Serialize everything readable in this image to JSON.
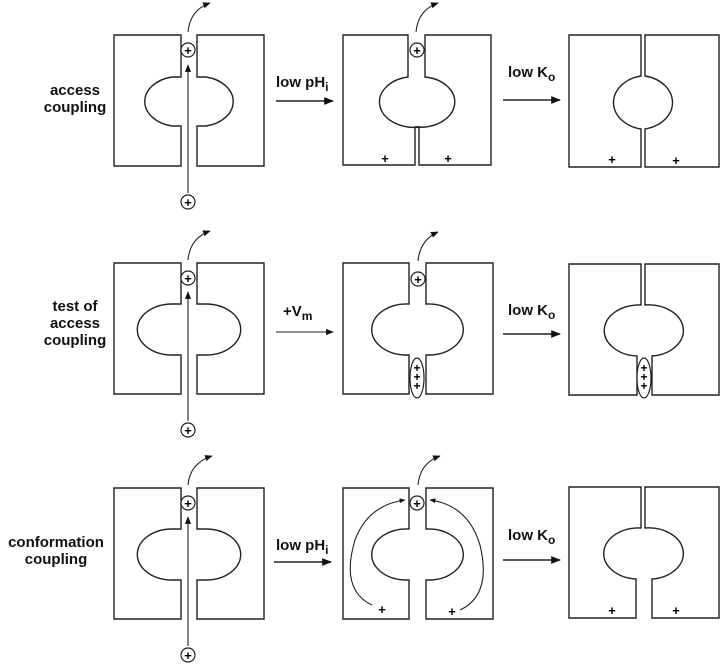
{
  "rows": [
    {
      "label_lines": [
        "access",
        "coupling"
      ],
      "transitions": [
        {
          "main": "low pH",
          "sub": "i"
        },
        {
          "main": "low K",
          "sub": "o"
        }
      ]
    },
    {
      "label_lines": [
        "test of",
        "access",
        "coupling"
      ],
      "transitions": [
        {
          "main": "+V",
          "sub": "m"
        },
        {
          "main": "low K",
          "sub": "o"
        }
      ]
    },
    {
      "label_lines": [
        "conformation",
        "coupling"
      ],
      "transitions": [
        {
          "main": "low pH",
          "sub": "i"
        },
        {
          "main": "low K",
          "sub": "o"
        }
      ]
    }
  ],
  "symbols": {
    "ion": "+",
    "charge": "+"
  },
  "colors": {
    "stroke": "#222222",
    "background": "#ffffff"
  }
}
